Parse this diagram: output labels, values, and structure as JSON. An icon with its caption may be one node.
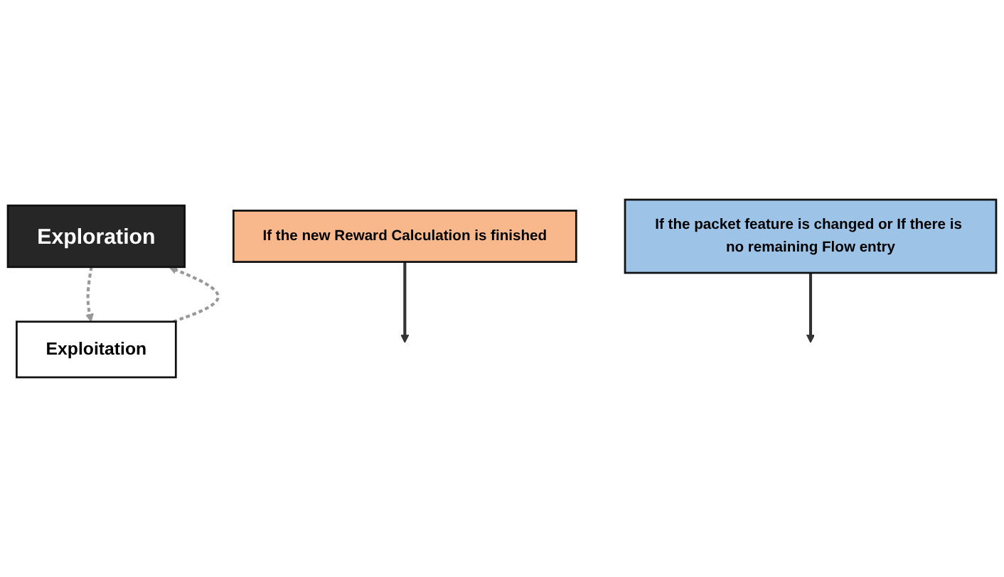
{
  "diagram": {
    "nodes": [
      {
        "text": [
          "Exploration"
        ]
      },
      {
        "text": [
          "Exploitation"
        ]
      },
      {
        "text": [
          "If the new Reward Calculation is finished"
        ]
      },
      {
        "text": [
          "If the packet feature is changed or If there is no remaining Flow entry"
        ]
      }
    ],
    "edges": [
      {
        "from": 0,
        "to": 1,
        "arrow": "to",
        "style": "dashed",
        "color": "#999999"
      },
      {
        "from": 1,
        "to": 0,
        "arrow": "to",
        "style": "dashed",
        "color": "#999999"
      },
      {
        "from": 2,
        "to": null,
        "arrow": "to",
        "color": "#333333"
      },
      {
        "from": 3,
        "to": null,
        "arrow": "to",
        "color": "#333333"
      }
    ]
  }
}
